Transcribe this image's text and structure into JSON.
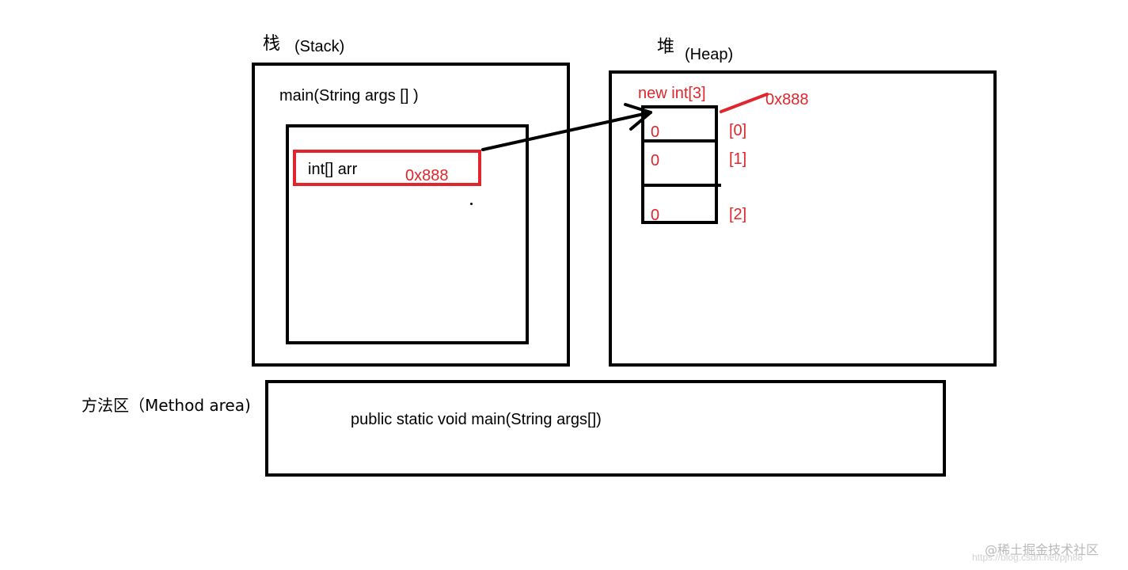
{
  "stack": {
    "title_cn": "栈",
    "title_en": "(Stack)",
    "frame_label": "main(String args [] )",
    "var_label": "int[] arr",
    "var_value": "0x888"
  },
  "heap": {
    "title_cn": "堆",
    "title_en": "(Heap)",
    "object_label": "new int[3]",
    "address": "0x888",
    "cells": [
      {
        "value": "0",
        "index": "[0]"
      },
      {
        "value": "0",
        "index": "[1]"
      },
      {
        "value": "0",
        "index": "[2]"
      }
    ]
  },
  "method_area": {
    "title": "方法区（Method  area)",
    "content": "public static void   main(String args[])"
  },
  "watermark": {
    "brand": "@稀土掘金技术社区",
    "url": "https://blog.csdn.net/pjh88"
  },
  "colors": {
    "stroke": "#000000",
    "highlight": "#e0262c"
  }
}
